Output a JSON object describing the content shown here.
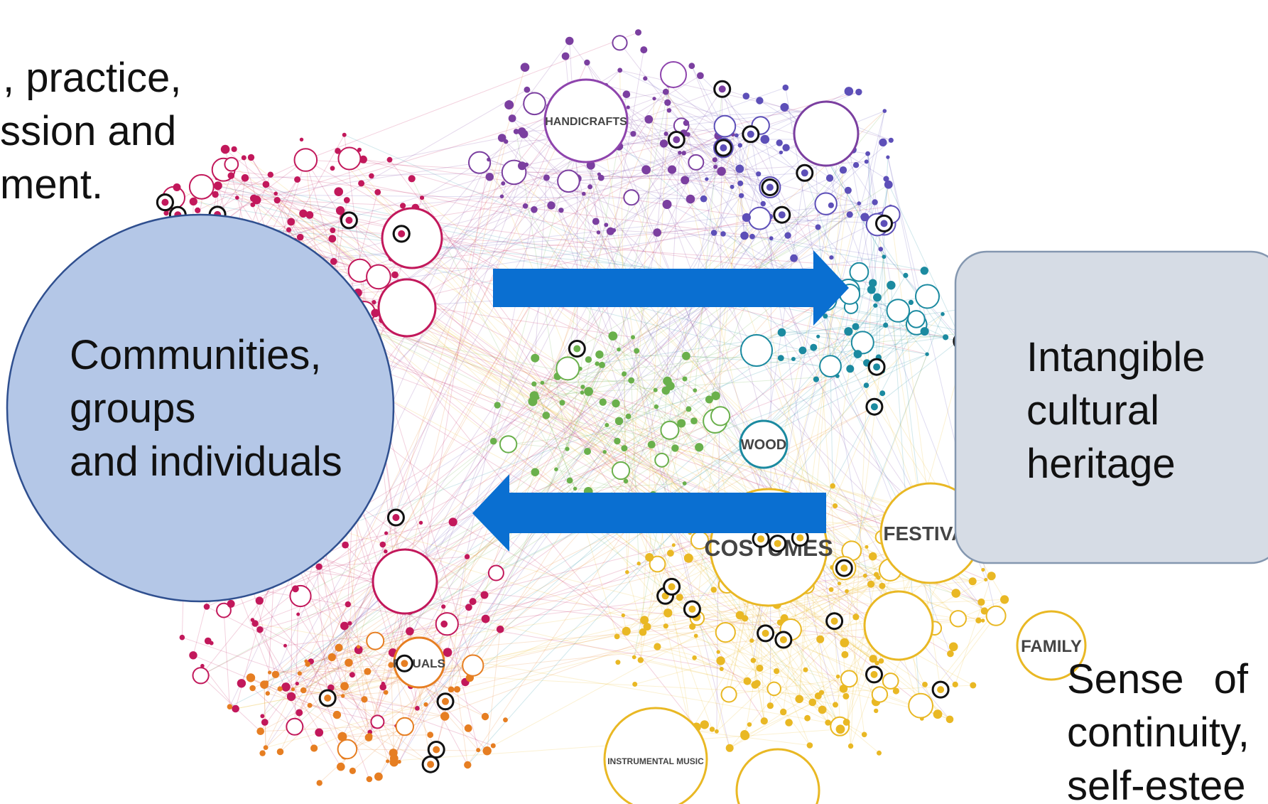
{
  "top_text": {
    "line1": ", practice,",
    "line2": "ssion and",
    "line3": "ment."
  },
  "bottom_text": {
    "line1": "Sense of",
    "line2": "continuity,",
    "line3": "self-estee"
  },
  "community_node": {
    "line1": "Communities,",
    "line2": "groups",
    "line3": "and individuals",
    "fill": "#b4c7e7",
    "stroke": "#2f4f8f"
  },
  "heritage_node": {
    "line1": "Intangible",
    "line2": "cultural",
    "line3": "heritage",
    "fill": "#d6dce5",
    "stroke": "#8497b0"
  },
  "arrows": {
    "color": "#0a6fd1"
  },
  "network_labels": {
    "handicrafts": "HANDICRAFTS",
    "wood": "WOOD",
    "costumes": "COSTUMES",
    "festival": "FESTIVAL",
    "rituals": "RITUALS",
    "family": "FAMILY",
    "instrumental_music": "INSTRUMENTAL MUSIC"
  },
  "colors": {
    "crimson": "#c2185b",
    "purple": "#7b3fa0",
    "indigo": "#5d4fb8",
    "teal": "#1b8aa0",
    "green": "#6ab04c",
    "orange": "#e67e22",
    "gold": "#e9b824",
    "ring": "#111111"
  }
}
